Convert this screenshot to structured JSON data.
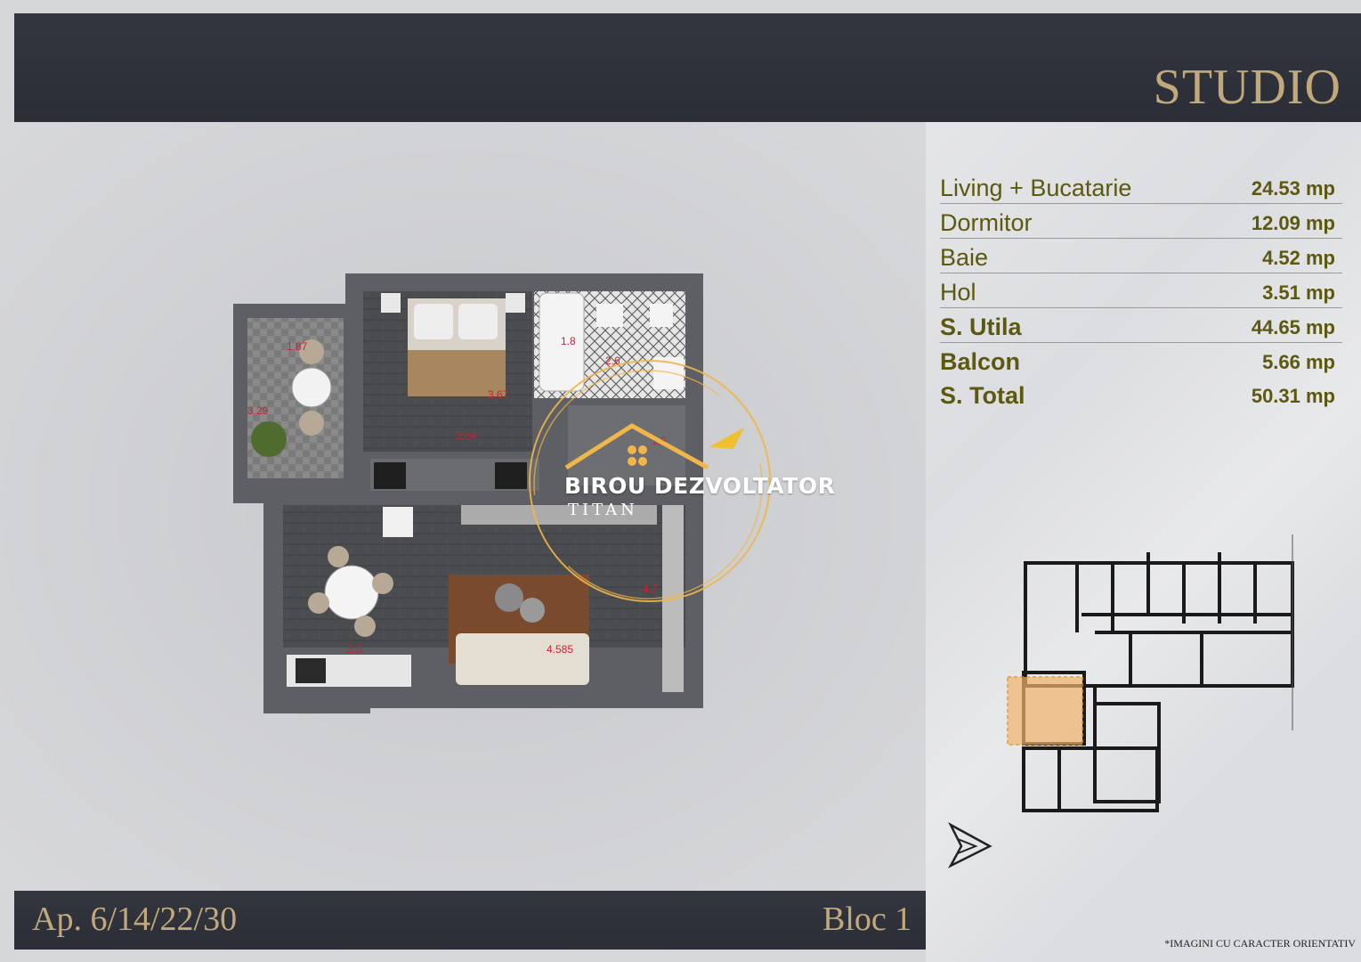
{
  "header": {
    "title": "STUDIO"
  },
  "areas": [
    {
      "label": "Living + Bucatarie",
      "value": "24.53 mp",
      "bold": false
    },
    {
      "label": "Dormitor",
      "value": "12.09 mp",
      "bold": false
    },
    {
      "label": "Baie",
      "value": "4.52 mp",
      "bold": false
    },
    {
      "label": "Hol",
      "value": "3.51 mp",
      "bold": false
    },
    {
      "label": "S. Utila",
      "value": "44.65 mp",
      "bold": true
    },
    {
      "label": "Balcon",
      "value": "5.66 mp",
      "bold": true
    },
    {
      "label": "S. Total",
      "value": "50.31 mp",
      "bold": true
    }
  ],
  "plan": {
    "dimensions": {
      "balcony_w": "1.87",
      "balcony_h": "3.29",
      "bedroom_w": "3.64",
      "bedroom_h": "3.67",
      "bath_h": "1.8",
      "bath_w": "2.6",
      "hall": "1.5",
      "living_w": "4.585",
      "living_small": "2.0",
      "living_h": "4.7"
    }
  },
  "watermark": {
    "line1": "BIROU DEZVOLTATOR",
    "line2": "TITAN"
  },
  "footer": {
    "apartment": "Ap. 6/14/22/30",
    "bloc": "Bloc 1"
  },
  "disclaimer": "*IMAGINI CU CARACTER ORIENTATIV",
  "colors": {
    "dark_bar": "#2e3139",
    "gold": "#c2a97b",
    "olive_text": "#5c5810",
    "highlight": "#f2b46a"
  }
}
